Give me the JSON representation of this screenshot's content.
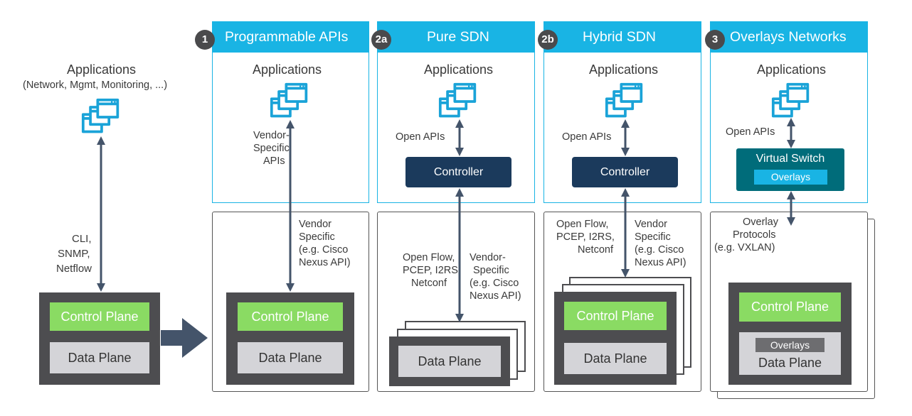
{
  "colors": {
    "header": "#19b4e4",
    "badge": "#4a4a4c",
    "controller": "#1b3a5c",
    "virtual_switch": "#006c7a",
    "overlays_chip": "#19b4e4",
    "control_plane": "#8adb63",
    "data_plane": "#d4d4d8",
    "device": "#4d4d50",
    "arrow": "#44546a"
  },
  "icons": {
    "application": "stacked-windows-icon",
    "arrow": "double-headed-arrow-icon",
    "transition": "right-arrow-icon"
  },
  "left": {
    "apps_label": "Applications",
    "apps_sub": "(Network, Mgmt, Monitoring, ...)",
    "protocols": [
      "CLI,",
      "SNMP,",
      "Netflow"
    ],
    "control_plane": "Control Plane",
    "data_plane": "Data Plane"
  },
  "panels": {
    "p1": {
      "badge": "1",
      "title": "Programmable APIs",
      "apps_label": "Applications",
      "api_label": [
        "Vendor-",
        "Specific",
        "APIs"
      ],
      "south_label": [
        "Vendor",
        "Specific",
        "(e.g. Cisco",
        "Nexus API)"
      ],
      "control_plane": "Control Plane",
      "data_plane": "Data Plane"
    },
    "p2a": {
      "badge": "2a",
      "title": "Pure SDN",
      "apps_label": "Applications",
      "api_label": "Open APIs",
      "controller": "Controller",
      "south_left": [
        "Open Flow,",
        "PCEP, I2RS,",
        "Netconf"
      ],
      "south_right": [
        "Vendor-",
        "Specific",
        "(e.g. Cisco",
        "Nexus API)"
      ],
      "data_plane": "Data Plane"
    },
    "p2b": {
      "badge": "2b",
      "title": "Hybrid SDN",
      "apps_label": "Applications",
      "api_label": "Open APIs",
      "controller": "Controller",
      "south_left": [
        "Open Flow,",
        "PCEP, I2RS,",
        "Netconf"
      ],
      "south_right": [
        "Vendor",
        "Specific",
        "(e.g. Cisco",
        "Nexus API)"
      ],
      "control_plane": "Control Plane",
      "data_plane": "Data Plane"
    },
    "p3": {
      "badge": "3",
      "title": "Overlays Networks",
      "apps_label": "Applications",
      "api_label": "Open APIs",
      "virtual_switch": "Virtual Switch",
      "overlays": "Overlays",
      "overlay_protocols": [
        "Overlay",
        "Protocols",
        "(e.g. VXLAN)"
      ],
      "control_plane": "Control Plane",
      "dp_overlays": "Overlays",
      "data_plane": "Data Plane"
    }
  }
}
